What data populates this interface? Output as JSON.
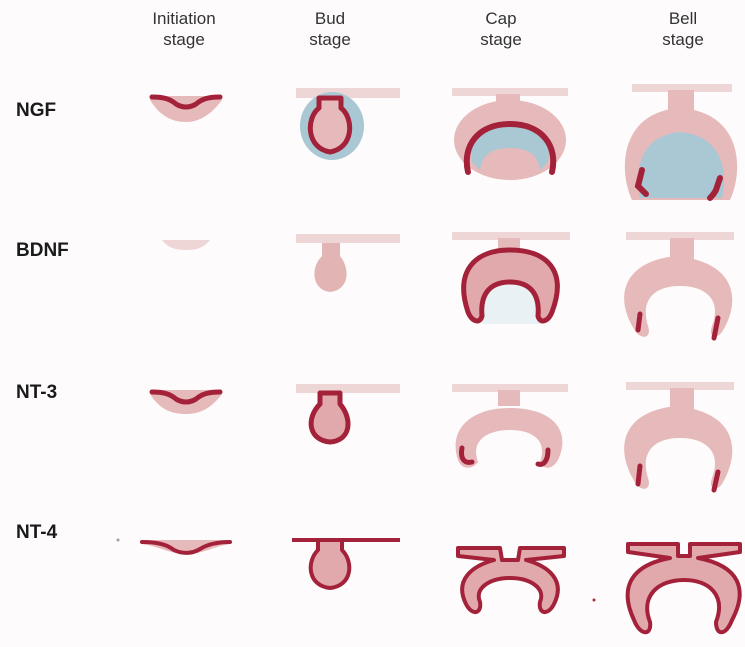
{
  "stages": [
    {
      "line1": "Initiation",
      "line2": "stage"
    },
    {
      "line1": "Bud",
      "line2": "stage"
    },
    {
      "line1": "Cap",
      "line2": "stage"
    },
    {
      "line1": "Bell",
      "line2": "stage"
    }
  ],
  "rows": [
    {
      "label": "NGF"
    },
    {
      "label": "BDNF"
    },
    {
      "label": "NT-3"
    },
    {
      "label": "NT-4"
    }
  ],
  "colors": {
    "tissue": "#e6b9bb",
    "epithelium_strong": "#a3223a",
    "mesenchyme_blue": "#a9c8d3",
    "faint_tissue": "#efd6d6"
  }
}
